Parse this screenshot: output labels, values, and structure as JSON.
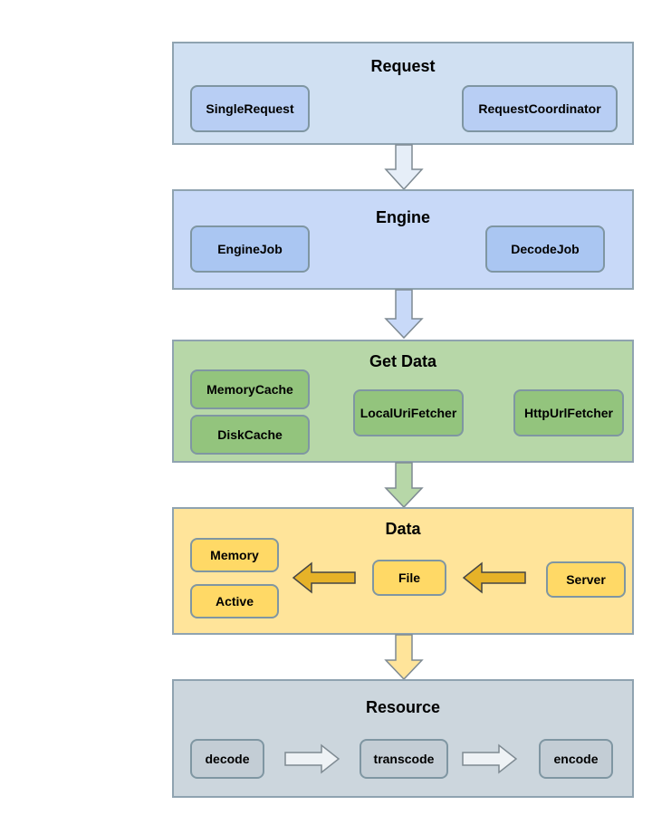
{
  "sections": {
    "request": {
      "title": "Request",
      "nodes": [
        "SingleRequest",
        "RequestCoordinator"
      ]
    },
    "engine": {
      "title": "Engine",
      "nodes": [
        "EngineJob",
        "DecodeJob"
      ]
    },
    "get_data": {
      "title": "Get Data",
      "nodes": [
        "MemoryCache",
        "DiskCache",
        "LocalUriFetcher",
        "HttpUrlFetcher"
      ]
    },
    "data": {
      "title": "Data",
      "nodes": [
        "Memory",
        "Active",
        "File",
        "Server"
      ]
    },
    "resource": {
      "title": "Resource",
      "nodes": [
        "decode",
        "transcode",
        "encode"
      ]
    }
  },
  "colors": {
    "request_bg": "#d0e0f2",
    "request_node": "#b8cef4",
    "engine_bg": "#c8d9f8",
    "engine_node": "#aac6f2",
    "get_data_bg": "#b7d7a8",
    "get_data_node": "#93c47d",
    "data_bg": "#ffe49a",
    "data_node": "#ffd966",
    "data_arrow": "#e6b228",
    "resource_bg": "#ccd6dd",
    "resource_node": "#c3cdd5",
    "border": "#8fa3b0"
  }
}
